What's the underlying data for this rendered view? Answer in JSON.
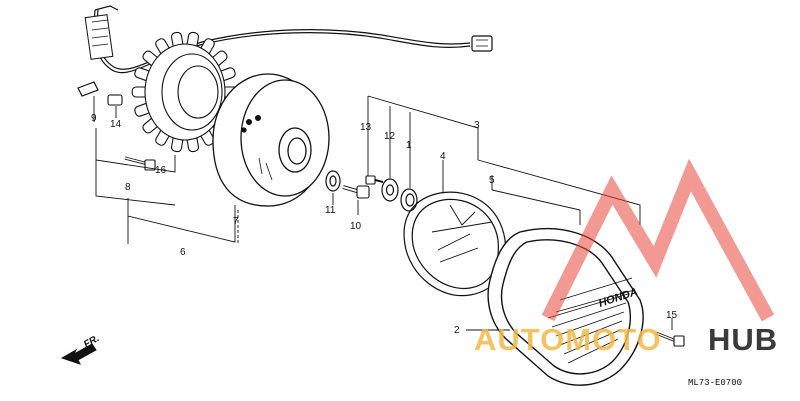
{
  "callouts": [
    {
      "id": "c1",
      "text": "1"
    },
    {
      "id": "c2",
      "text": "2"
    },
    {
      "id": "c3",
      "text": "3"
    },
    {
      "id": "c4",
      "text": "4"
    },
    {
      "id": "c5",
      "text": "5"
    },
    {
      "id": "c6",
      "text": "6"
    },
    {
      "id": "c7",
      "text": "7"
    },
    {
      "id": "c8",
      "text": "8"
    },
    {
      "id": "c9",
      "text": "9"
    },
    {
      "id": "c10",
      "text": "10"
    },
    {
      "id": "c11",
      "text": "11"
    },
    {
      "id": "c12",
      "text": "12"
    },
    {
      "id": "c13",
      "text": "13"
    },
    {
      "id": "c14",
      "text": "14"
    },
    {
      "id": "c15",
      "text": "15"
    },
    {
      "id": "c16",
      "text": "16"
    }
  ],
  "diagram_code": "ML73-E0700",
  "direction_label": "FR.",
  "cover_logo": "HONDA",
  "watermark": {
    "part1": "AUTOMOTO",
    "part2": "HUB",
    "accent_color": "#e8453c",
    "text_color": "#f2b845",
    "dark_color": "#3a3a3a"
  }
}
